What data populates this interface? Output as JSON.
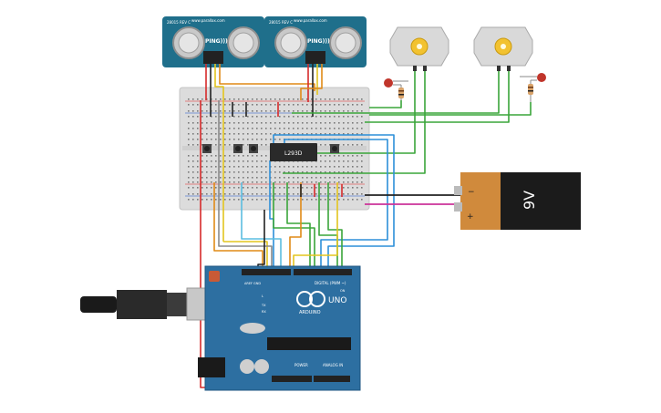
{
  "sensors": [
    {
      "label": "PING)))",
      "vendor": "www.parallax.com",
      "model": "28015 REV C"
    },
    {
      "label": "PING)))",
      "vendor": "www.parallax.com",
      "model": "28015 REV C"
    }
  ],
  "driver_ic": {
    "label": "L293D"
  },
  "battery": {
    "label": "9V",
    "minus": "−",
    "plus": "+"
  },
  "arduino": {
    "brand": "ARDUINO",
    "model": "UNO",
    "digital_label": "DIGITAL (PWM ~)",
    "power_label": "POWER",
    "analog_label": "ANALOG IN",
    "aref": "AREF",
    "gnd": "GND",
    "tx": "TX",
    "rx": "RX",
    "on": "ON",
    "l": "L"
  },
  "colors": {
    "breadboard": "#dcdcdc",
    "arduino_board": "#2d6fa1",
    "sensor_board": "#1f6f8b",
    "battery_body": "#d08a3c",
    "wire_red": "#d62b2b",
    "wire_green": "#3aa53a",
    "wire_blue": "#2d8fd8",
    "wire_orange": "#e08a17",
    "wire_yellow": "#e3c51f",
    "wire_gray": "#8a8a8a",
    "wire_black": "#222222",
    "wire_magenta": "#cc3399"
  }
}
